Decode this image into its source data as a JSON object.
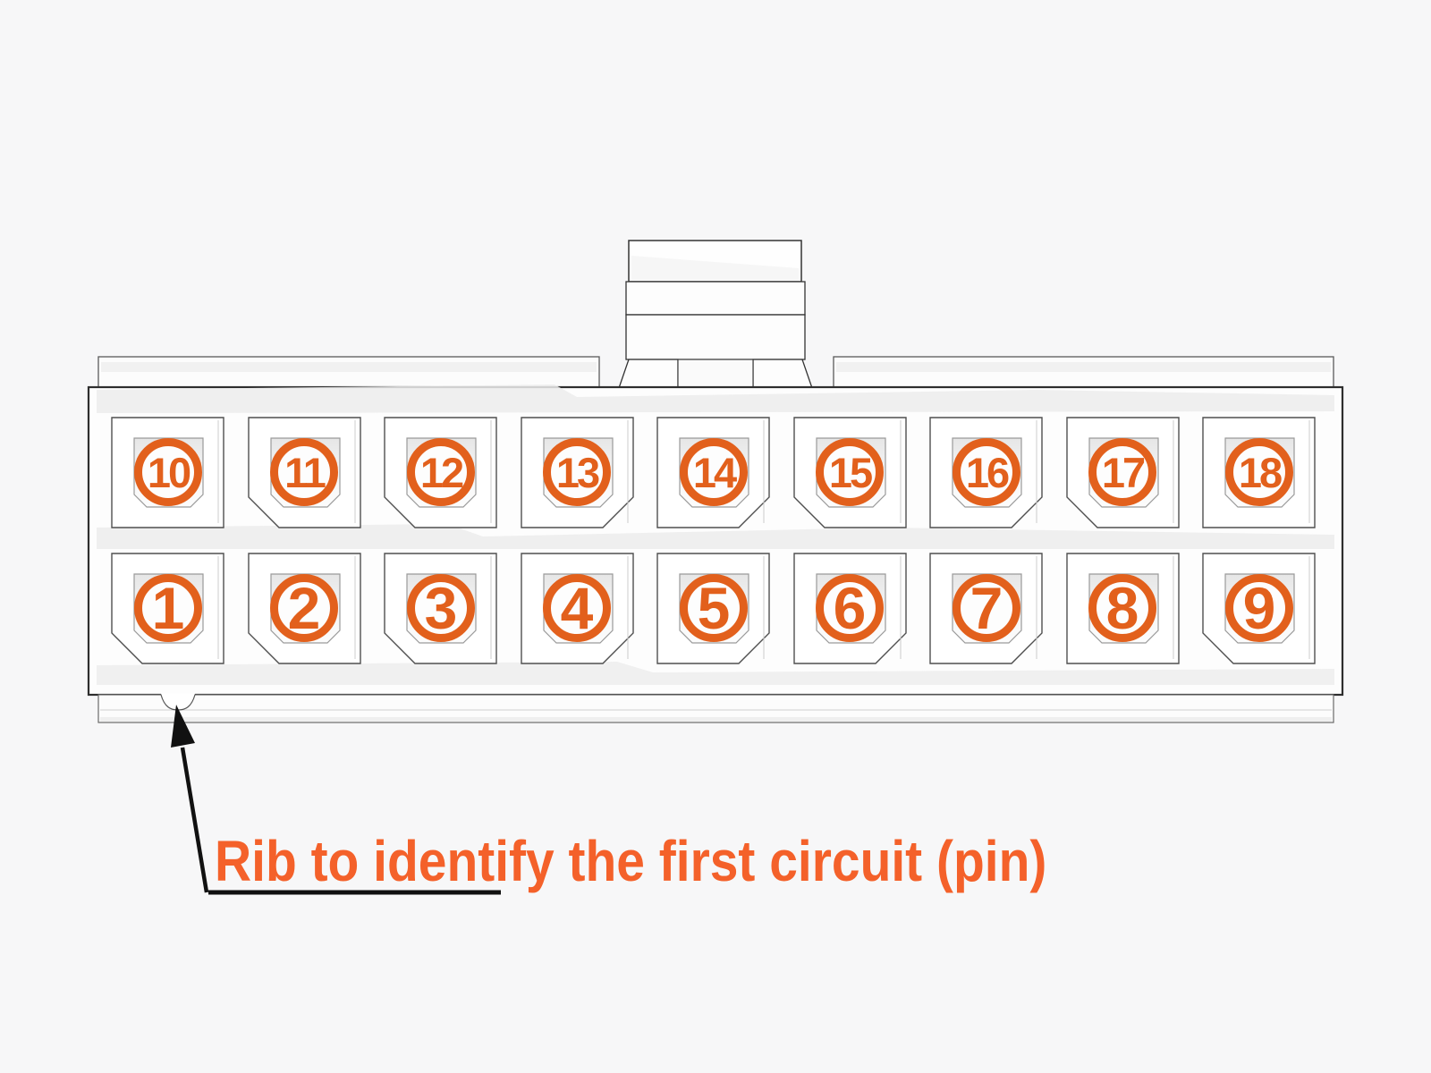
{
  "annotation": {
    "text": "Rib to identify the first circuit (pin)"
  },
  "connector": {
    "pin_count": 18,
    "rows": [
      {
        "name": "top",
        "pins": [
          "10",
          "11",
          "12",
          "13",
          "14",
          "15",
          "16",
          "17",
          "18"
        ]
      },
      {
        "name": "bottom",
        "pins": [
          "1",
          "2",
          "3",
          "4",
          "5",
          "6",
          "7",
          "8",
          "9"
        ]
      }
    ]
  },
  "colors": {
    "pin_ring": "#E2601C",
    "annotation_text": "#F4612A",
    "arrow": "#111111",
    "outline": "#2E2E2E"
  }
}
